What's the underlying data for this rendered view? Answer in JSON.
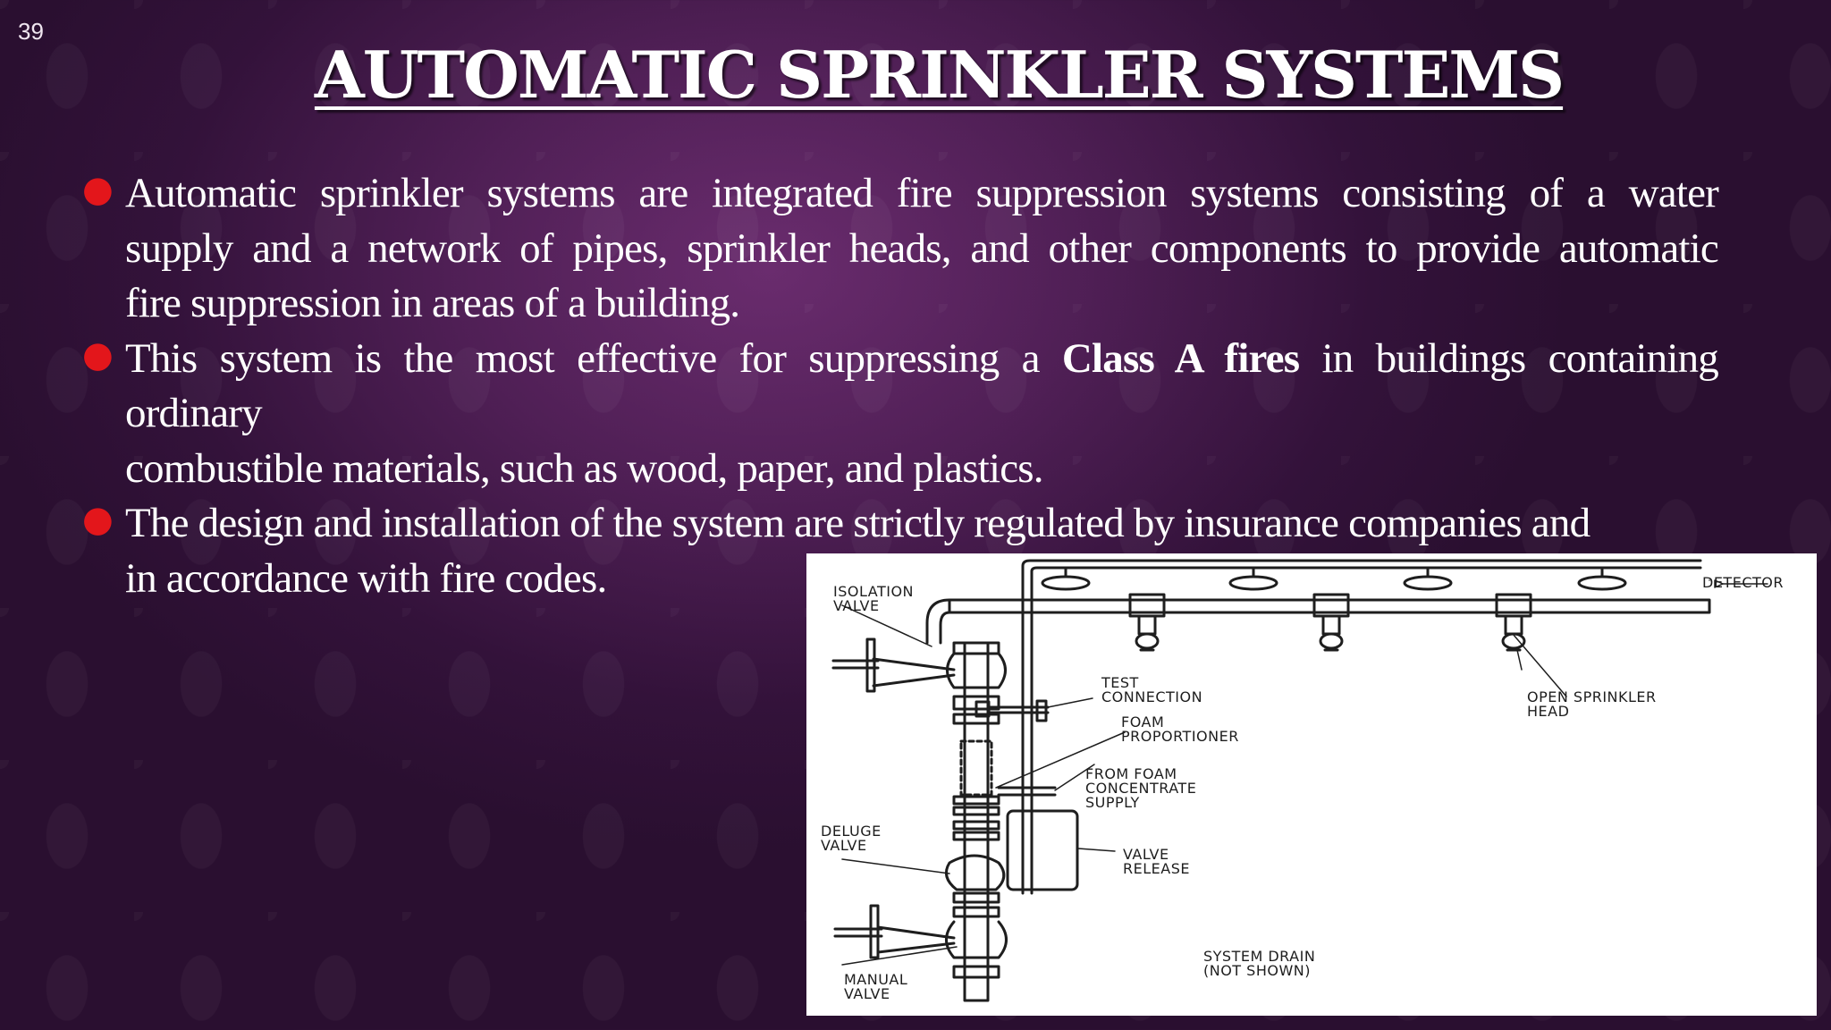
{
  "slide": {
    "number": "39",
    "title": "AUTOMATIC SPRINKLER SYSTEMS"
  },
  "bullets": [
    {
      "lines": [
        "Automatic sprinkler systems are integrated fire suppression systems consisting of a water",
        "supply  and a network of pipes, sprinkler heads, and other components to provide automatic",
        "fire  suppression in areas of a building."
      ]
    },
    {
      "line1_before": "This system is the most effective for suppressing a ",
      "line1_bold": "Class A fires",
      "line1_after": " in buildings containing",
      "line2": "ordinary",
      "line3": "combustible materials, such as wood, paper, and plastics."
    },
    {
      "lines": [
        "The design and installation of the system are strictly regulated by insurance companies and",
        "in  accordance with fire codes."
      ]
    }
  ],
  "diagram": {
    "labels": {
      "isolation_valve_1": "ISOLATION",
      "isolation_valve_2": "VALVE",
      "detector": "DETECTOR",
      "test_connection_1": "TEST",
      "test_connection_2": "CONNECTION",
      "open_sprinkler_1": "OPEN SPRINKLER",
      "open_sprinkler_2": "HEAD",
      "foam_proportioner_1": "FOAM",
      "foam_proportioner_2": "PROPORTIONER",
      "from_foam_1": "FROM FOAM",
      "from_foam_2": "CONCENTRATE",
      "from_foam_3": "SUPPLY",
      "deluge_valve_1": "DELUGE",
      "deluge_valve_2": "VALVE",
      "valve_release_1": "VALVE",
      "valve_release_2": "RELEASE",
      "system_drain_1": "SYSTEM DRAIN",
      "system_drain_2": "(NOT SHOWN)",
      "manual_valve_1": "MANUAL",
      "manual_valve_2": "VALVE"
    }
  },
  "colors": {
    "bullet": "#e3161b",
    "background": "#4f1f55",
    "text": "#ffffff"
  }
}
